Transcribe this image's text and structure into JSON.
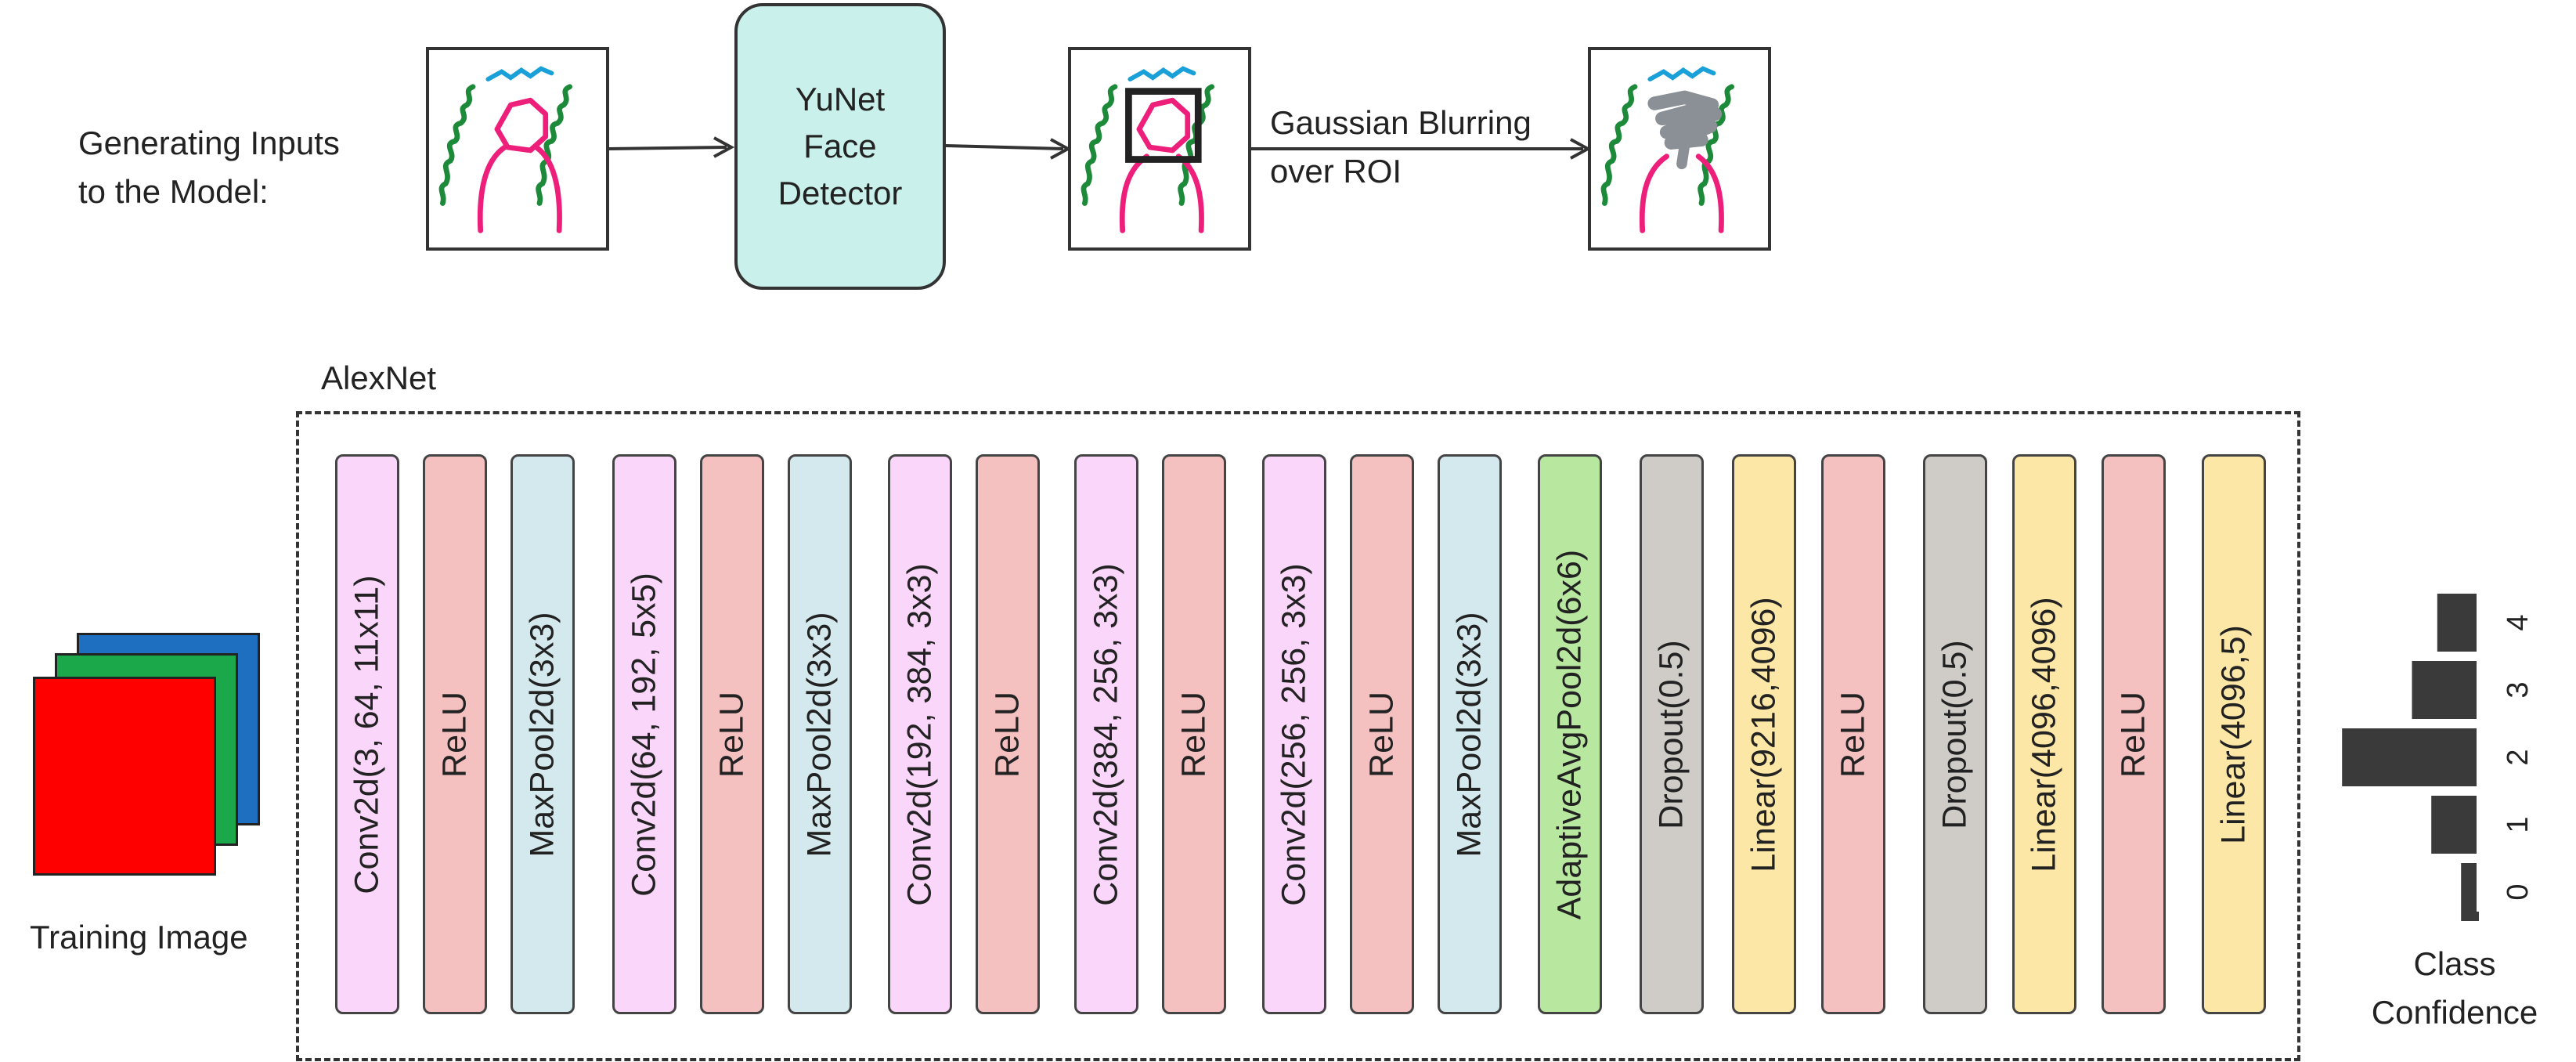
{
  "pipeline": {
    "intro_label": "Generating Inputs\nto the Model:",
    "detector_label": "YuNet\nFace\nDetector",
    "blur_label": "Gaussian Blurring\nover ROI"
  },
  "alexnet": {
    "title": "AlexNet",
    "layers": [
      {
        "label": "Conv2d(3, 64, 11x11)",
        "kind": "conv"
      },
      {
        "label": "ReLU",
        "kind": "relu"
      },
      {
        "label": "MaxPool2d(3x3)",
        "kind": "pool"
      },
      {
        "label": "Conv2d(64, 192, 5x5)",
        "kind": "conv"
      },
      {
        "label": "ReLU",
        "kind": "relu"
      },
      {
        "label": "MaxPool2d(3x3)",
        "kind": "pool"
      },
      {
        "label": "Conv2d(192, 384, 3x3)",
        "kind": "conv"
      },
      {
        "label": "ReLU",
        "kind": "relu"
      },
      {
        "label": "Conv2d(384, 256, 3x3)",
        "kind": "conv"
      },
      {
        "label": "ReLU",
        "kind": "relu"
      },
      {
        "label": "Conv2d(256, 256, 3x3)",
        "kind": "conv"
      },
      {
        "label": "ReLU",
        "kind": "relu"
      },
      {
        "label": "MaxPool2d(3x3)",
        "kind": "pool"
      },
      {
        "label": "AdaptiveAvgPool2d(6x6)",
        "kind": "avg"
      },
      {
        "label": "Dropout(0.5)",
        "kind": "drop"
      },
      {
        "label": "Linear(9216,4096)",
        "kind": "lin"
      },
      {
        "label": "ReLU",
        "kind": "relu"
      },
      {
        "label": "Dropout(0.5)",
        "kind": "drop"
      },
      {
        "label": "Linear(4096,4096)",
        "kind": "lin"
      },
      {
        "label": "ReLU",
        "kind": "relu"
      },
      {
        "label": "Linear(4096,5)",
        "kind": "lin"
      }
    ]
  },
  "input": {
    "label": "Training Image",
    "channel_colors": [
      "#ff0000",
      "#1aa84a",
      "#1f6fc1"
    ]
  },
  "output": {
    "label": "Class\nConfidence",
    "classes": [
      "0",
      "1",
      "2",
      "3",
      "4"
    ],
    "confidences": [
      0.12,
      0.32,
      0.92,
      0.45,
      0.28
    ]
  },
  "colors": {
    "conv": "#fbd6fb",
    "relu": "#f4c0c0",
    "pool": "#d4e9ee",
    "avg": "#b8e8a0",
    "drop": "#cfccc8",
    "lin": "#fce7a6",
    "detector": "#c9f0ea",
    "hist_bar": "#3a3a3a"
  }
}
